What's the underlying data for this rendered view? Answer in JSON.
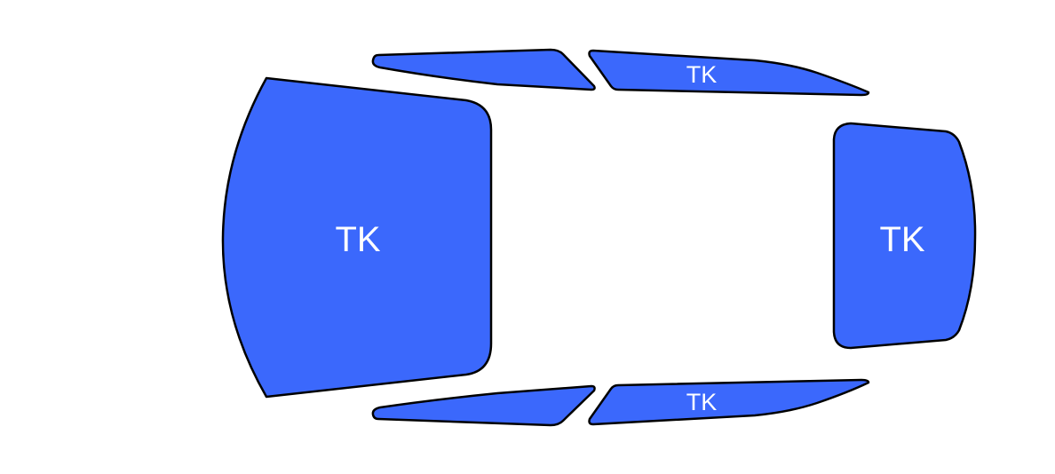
{
  "diagram": {
    "type": "car-windows-top-view",
    "colors": {
      "window_fill": "#3B68FC",
      "window_stroke": "#000000",
      "label_color": "#FFFFFF",
      "background": "#FFFFFF"
    },
    "windows": {
      "windshield": {
        "label": "TK"
      },
      "rear_window": {
        "label": "TK"
      },
      "front_left_side": {
        "label": ""
      },
      "rear_left_side": {
        "label": "TK"
      },
      "front_right_side": {
        "label": ""
      },
      "rear_right_side": {
        "label": "TK"
      }
    }
  }
}
